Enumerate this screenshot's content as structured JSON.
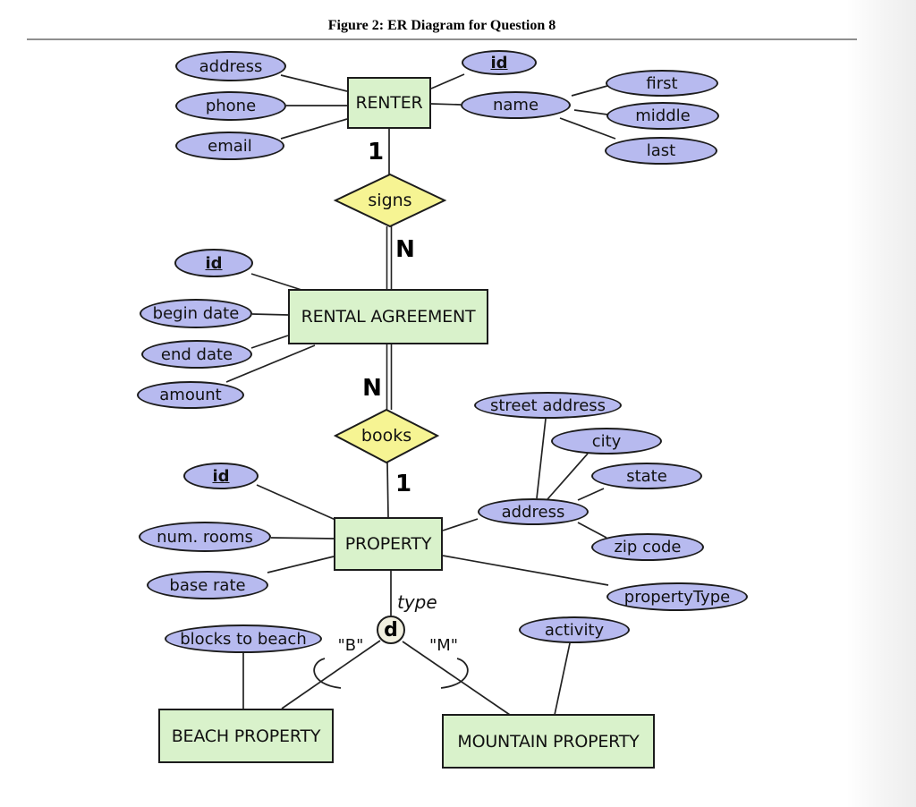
{
  "title": "Figure 2: ER Diagram for Question 8",
  "entities": {
    "renter": "RENTER",
    "rental_agreement": "RENTAL AGREEMENT",
    "property": "PROPERTY",
    "beach_property": "BEACH PROPERTY",
    "mountain_property": "MOUNTAIN PROPERTY"
  },
  "relationships": {
    "signs": "signs",
    "books": "books"
  },
  "attributes": {
    "renter_address": "address",
    "renter_phone": "phone",
    "renter_email": "email",
    "renter_id": "id",
    "renter_name": "name",
    "name_first": "first",
    "name_middle": "middle",
    "name_last": "last",
    "agreement_id": "id",
    "agreement_begin_date": "begin date",
    "agreement_end_date": "end date",
    "agreement_amount": "amount",
    "property_id": "id",
    "property_num_rooms": "num. rooms",
    "property_base_rate": "base rate",
    "address_street": "street address",
    "address_city": "city",
    "address_state": "state",
    "property_address": "address",
    "address_zip": "zip code",
    "property_type": "propertyType",
    "beach_blocks_to_beach": "blocks to beach",
    "mountain_activity": "activity"
  },
  "key_attributes": [
    "renter_id",
    "agreement_id",
    "property_id"
  ],
  "cardinalities": {
    "renter_signs": "1",
    "signs_agreement": "N",
    "agreement_books": "N",
    "books_property": "1"
  },
  "specialization": {
    "circle": "d",
    "discriminator": "type",
    "beach_tag": "\"B\"",
    "mountain_tag": "\"M\""
  },
  "colors": {
    "entity_fill": "#d9f2cb",
    "attribute_fill": "#b7baef",
    "relationship_fill": "#f6f493",
    "category_circle_fill": "#f1efdf",
    "outline": "#1c1c1c",
    "caption_rule": "#8f8f8f"
  }
}
